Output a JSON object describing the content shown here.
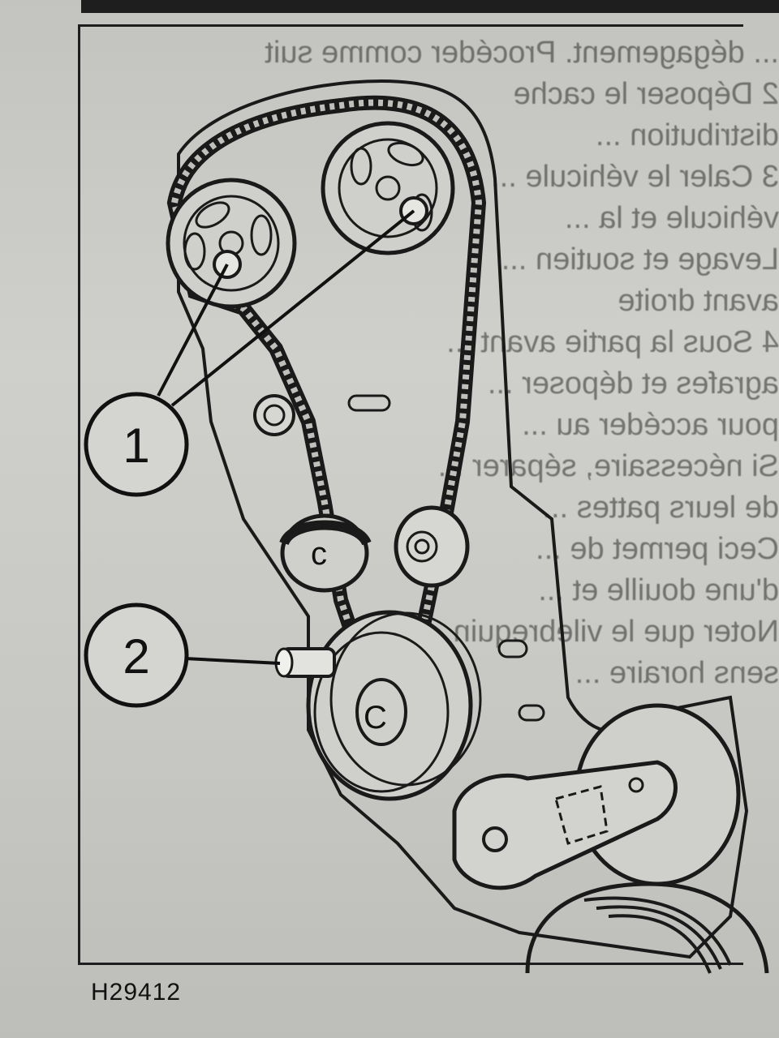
{
  "figure": {
    "reference_code": "H29412",
    "callouts": [
      {
        "label": "1"
      },
      {
        "label": "2"
      }
    ],
    "pulley_labels": [
      "c",
      "C"
    ]
  },
  "bleed_text": "... dégagement. Procéder comme suit\n2 Déposer le cache\ndistribution ...\n3 Caler le véhicule ...\nvéhicule et la ...\nLevage et soutien ...\navant droite\n4 Sous la partie avant ...\nagrafes et déposer ...\npour accéder au ...\nSi nécessaire, séparer ...\nde leurs pattes ...\nCeci permet de ...\nd'une douille et ...\nNoter que le vilebrequin ...\nsens horaire ..."
}
